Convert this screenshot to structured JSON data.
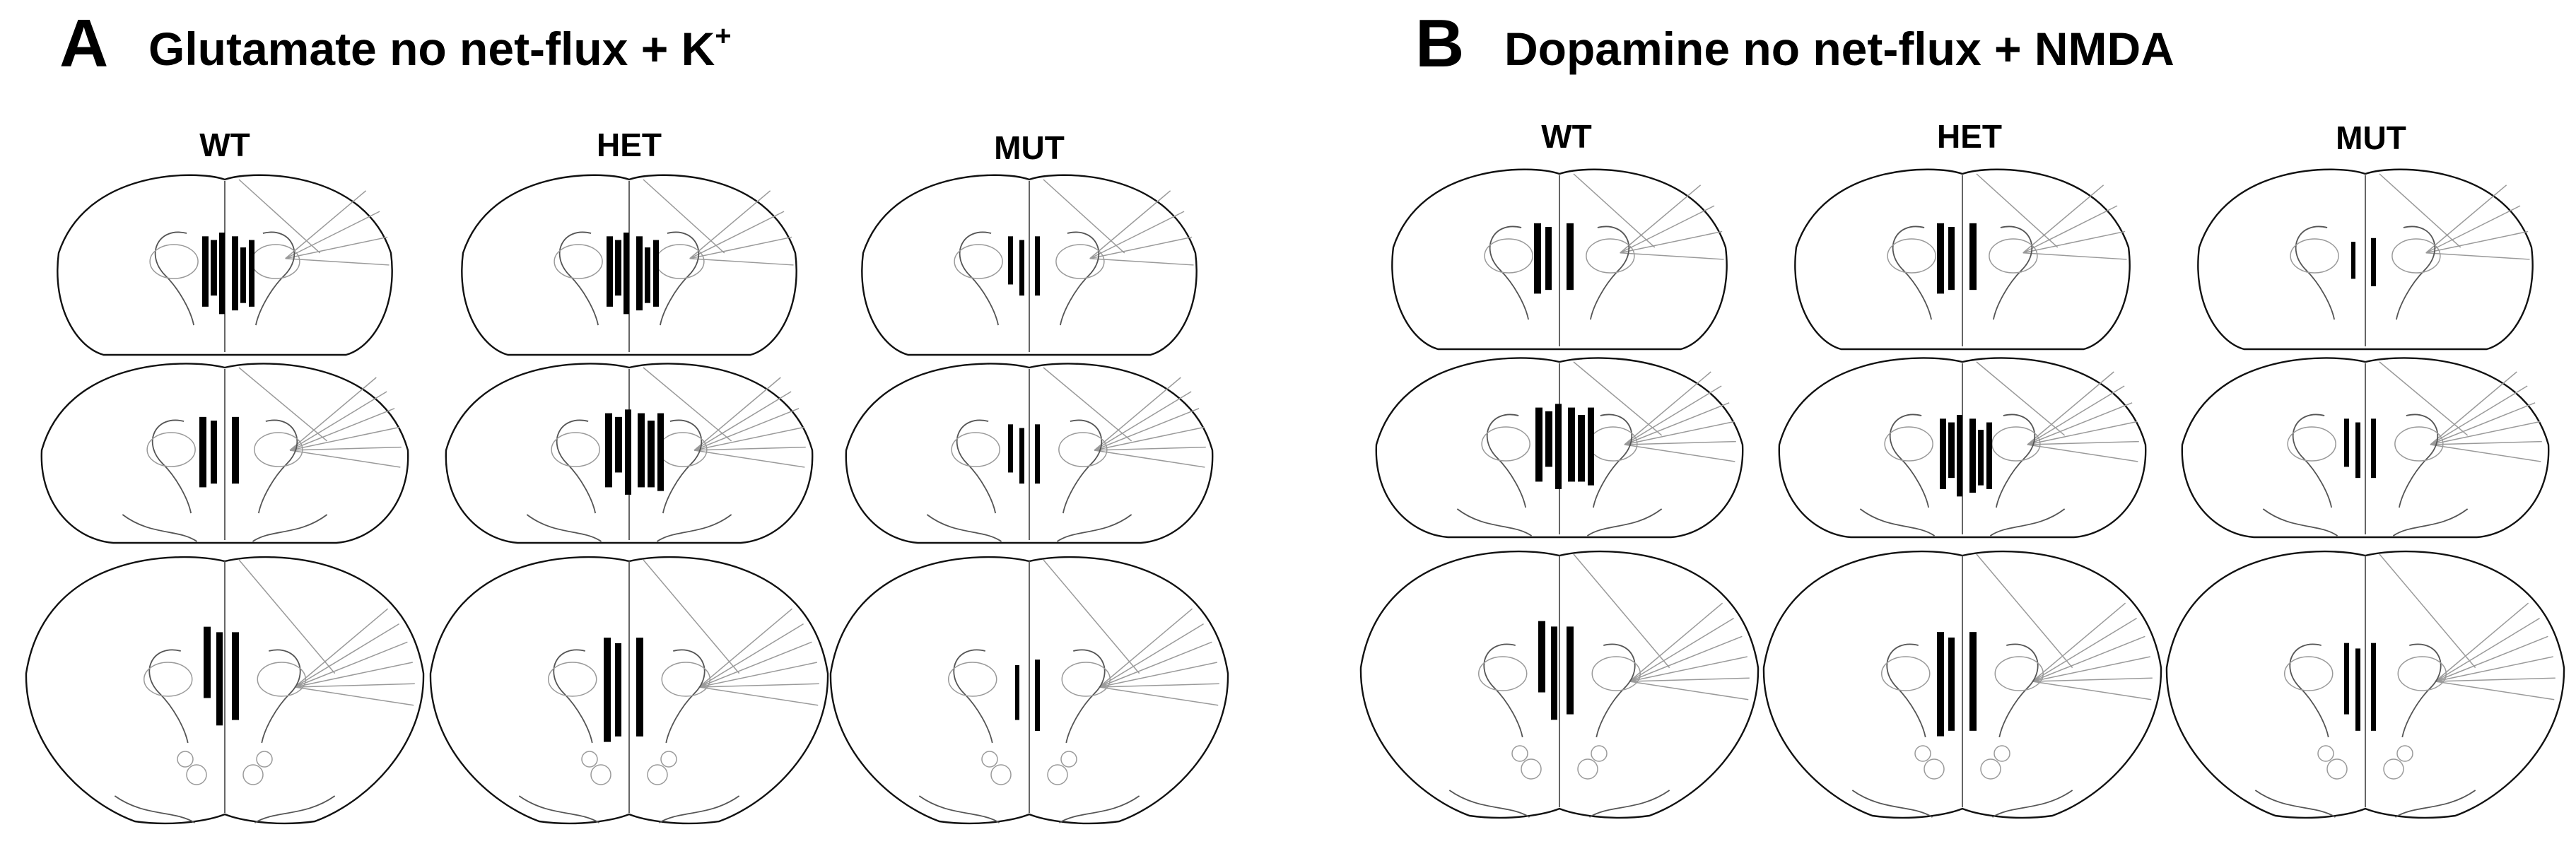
{
  "panels": [
    {
      "id": "A",
      "letter": "A",
      "title": "Glutamate no net-flux + K",
      "title_sup": "+",
      "columns": [
        "WT",
        "HET",
        "MUT"
      ]
    },
    {
      "id": "B",
      "letter": "B",
      "title": "Dopamine no net-flux + NMDA",
      "title_sup": "",
      "columns": [
        "WT",
        "HET",
        "MUT"
      ]
    }
  ],
  "colors": {
    "outline": "#111111",
    "probe": "#000000",
    "background": "#ffffff"
  }
}
